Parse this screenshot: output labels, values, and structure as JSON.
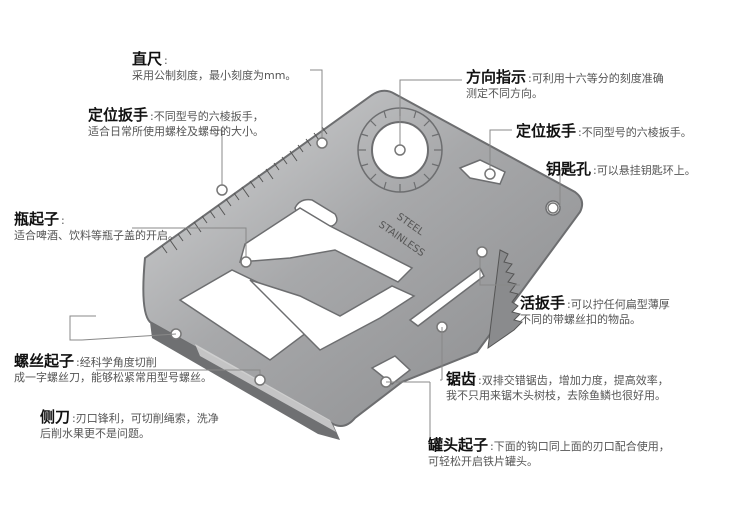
{
  "labels": {
    "ruler": {
      "title": "直尺",
      "desc1": ":",
      "desc2": "采用公制刻度，最小刻度为mm。"
    },
    "wrench_left": {
      "title": "定位扳手",
      "desc1": ":不同型号的六棱扳手，",
      "desc2": "适合日常所使用螺栓及螺母的大小。"
    },
    "bottle_opener": {
      "title": "瓶起子",
      "desc1": ":",
      "desc2": "适合啤酒、饮料等瓶子盖的开启。"
    },
    "screwdriver": {
      "title": "螺丝起子",
      "desc1": ":经科学角度切削",
      "desc2": "成一字螺丝刀，能够松紧常用型号螺丝。"
    },
    "side_blade": {
      "title": "侧刀",
      "desc1": ":刃口锋利，可切削绳索，洗净",
      "desc2": "后削水果更不是问题。"
    },
    "direction": {
      "title": "方向指示",
      "desc1": ":可利用十六等分的刻度准确",
      "desc2": "测定不同方向。"
    },
    "wrench_right": {
      "title": "定位扳手",
      "desc1": ":不同型号的六棱扳手。",
      "desc2": ""
    },
    "keyhole": {
      "title": "钥匙孔",
      "desc1": ":可以悬挂钥匙环上。",
      "desc2": ""
    },
    "adjustable": {
      "title": "活扳手",
      "desc1": ":可以拧任何扁型薄厚",
      "desc2": "不同的带螺丝扣的物品。"
    },
    "saw": {
      "title": "锯齿",
      "desc1": ":双排交错锯齿，增加力度，提高效率，",
      "desc2": "我不只用来锯木头树枝，去除鱼鳞也很好用。"
    },
    "can_opener": {
      "title": "罐头起子",
      "desc1": ":下面的钩口同上面的刃口配合使用，",
      "desc2": "可轻松开启铁片罐头。"
    }
  },
  "card_text": {
    "line1": "STAINLESS",
    "line2": "STEEL"
  },
  "colors": {
    "steel": "#a9aaab",
    "steel_dark": "#6d6e70",
    "leader": "#888888"
  }
}
